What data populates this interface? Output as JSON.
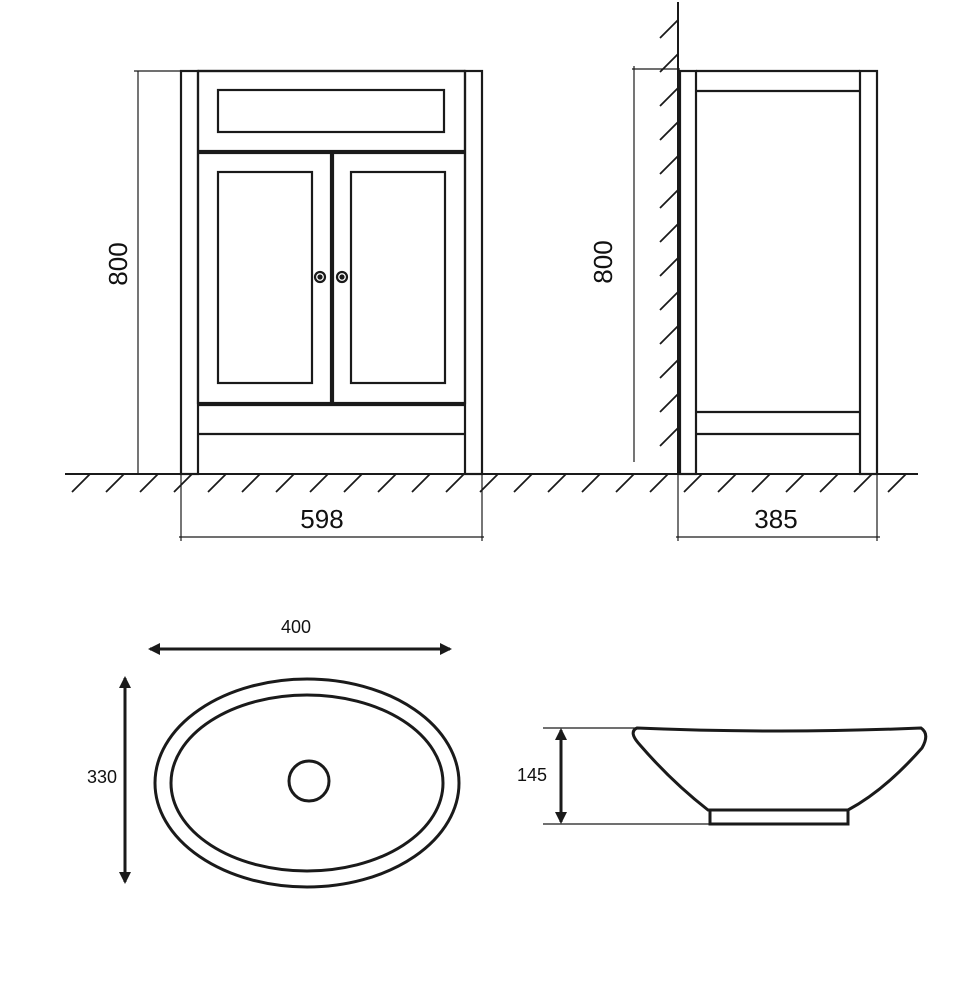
{
  "cabinet_front": {
    "height_label": "800",
    "width_label": "598"
  },
  "cabinet_side": {
    "height_label": "800",
    "depth_label": "385"
  },
  "basin_top": {
    "width_label": "400",
    "depth_label": "330"
  },
  "basin_side": {
    "height_label": "145"
  },
  "colors": {
    "line": "#1a1a1a",
    "background": "#ffffff"
  }
}
